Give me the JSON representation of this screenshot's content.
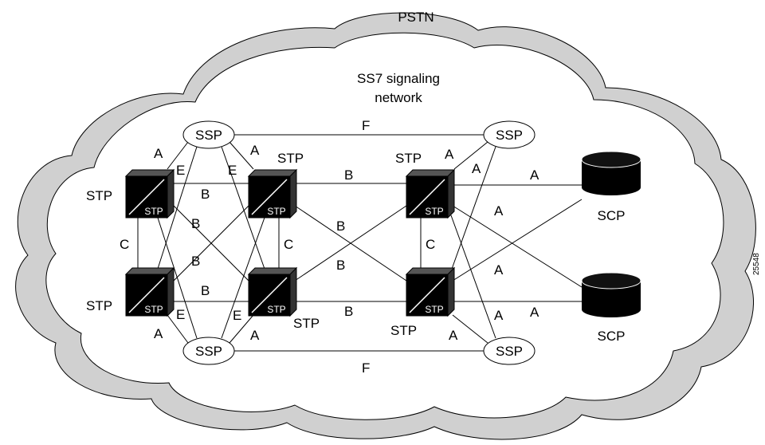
{
  "cloud_label": "PSTN",
  "network_label_line1": "SS7 signaling",
  "network_label_line2": "network",
  "ssp_label": "SSP",
  "stp_label": "STP",
  "scp_label": "SCP",
  "side_code": "25548",
  "link_labels": {
    "A": "A",
    "B": "B",
    "C": "C",
    "E": "E",
    "F": "F"
  },
  "colors": {
    "cloud_shadow": "#d0d0d0",
    "cloud_fill": "#ffffff",
    "node_fill": "#000000"
  }
}
